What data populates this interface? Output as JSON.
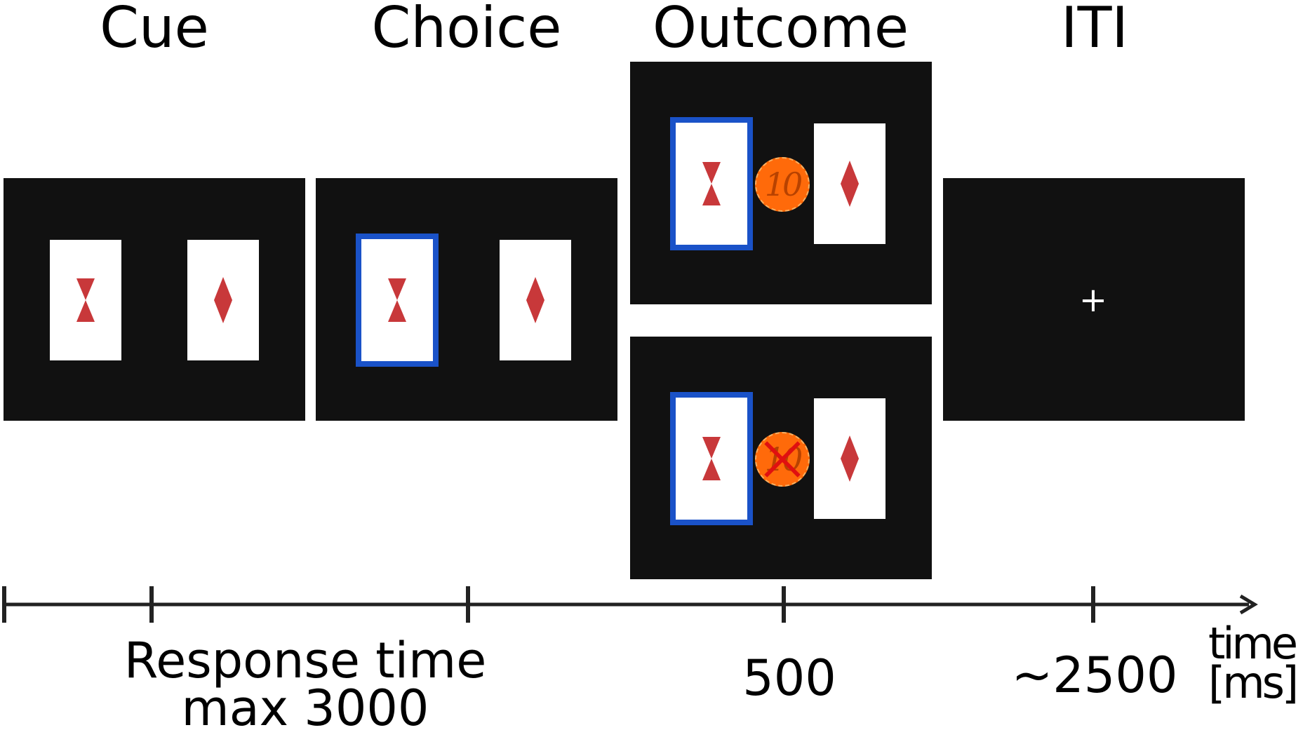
{
  "phases": {
    "cue": "Cue",
    "choice": "Choice",
    "outcome": "Outcome",
    "iti": "ITI"
  },
  "coin": {
    "value": "10"
  },
  "fixation": "+",
  "timeline": {
    "response_time_line1": "Response time",
    "response_time_line2": "max 3000",
    "outcome_duration": "500",
    "iti_duration": "~2500",
    "axis_label_line1": "time",
    "axis_label_line2": "[ms]"
  },
  "colors": {
    "screen": "#111111",
    "card": "#ffffff",
    "suit": "#c8383a",
    "selection": "#1a52c8",
    "coin": "#ff6a0a",
    "cross": "#e01010"
  }
}
